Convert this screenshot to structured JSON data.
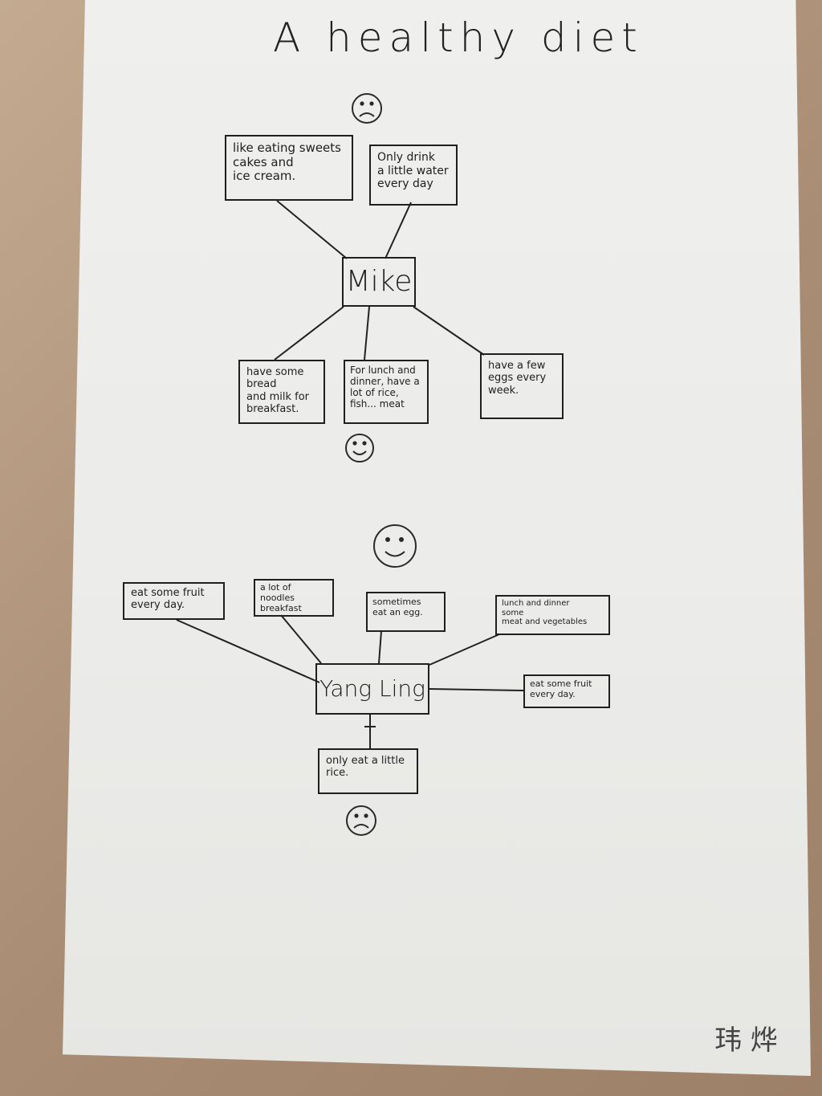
{
  "title": "A healthy diet",
  "signature": "玮 烨",
  "mike": {
    "center": "Mike",
    "nodes": [
      {
        "text": "like eating sweets\ncakes and\nice cream."
      },
      {
        "text": "Only drink\na little water\nevery day"
      },
      {
        "text": "have some bread\nand milk for\nbreakfast."
      },
      {
        "text": "For lunch and\ndinner, have a\nlot of rice,\nfish... meat"
      },
      {
        "text": "have a few\neggs every\nweek."
      }
    ],
    "faces": [
      {
        "name": "sad-face-icon",
        "mood": "sad"
      },
      {
        "name": "happy-face-icon",
        "mood": "happy"
      }
    ]
  },
  "yang": {
    "center": "Yang Ling",
    "nodes": [
      {
        "text": "eat some fruit\nevery day."
      },
      {
        "text": "a lot of noodles\nbreakfast"
      },
      {
        "text": "sometimes\neat an egg."
      },
      {
        "text": "lunch and dinner\nsome\nmeat and vegetables"
      },
      {
        "text": "eat some fruit\nevery day."
      },
      {
        "text": "only eat a little\nrice."
      }
    ],
    "faces": [
      {
        "name": "happy-face-icon",
        "mood": "happy"
      },
      {
        "name": "sad-face-icon",
        "mood": "sad"
      }
    ]
  },
  "colors": {
    "ink": "#1f1f1f",
    "paper": "#ececea",
    "table": "#b49a82"
  }
}
